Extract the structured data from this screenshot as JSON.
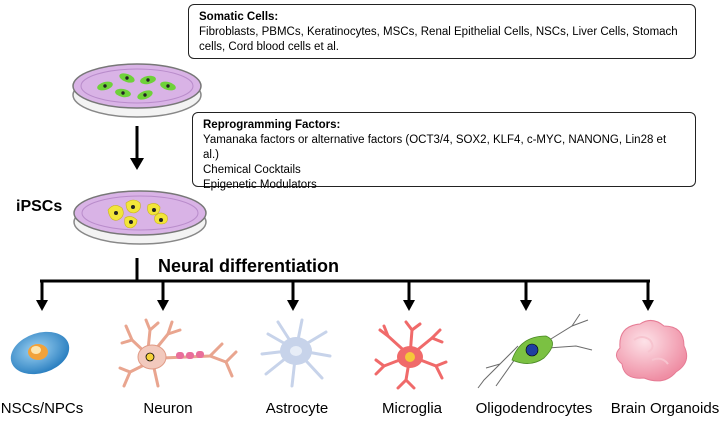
{
  "somatic": {
    "title": "Somatic Cells:",
    "line1": "Fibroblasts, PBMCs, Keratinocytes, MSCs, Renal Epithelial Cells, NSCs, Liver Cells, Stomach",
    "line2": "cells, Cord blood cells et al."
  },
  "factors": {
    "title": "Reprogramming Factors:",
    "line1": "Yamanaka factors or alternative factors (OCT3/4, SOX2, KLF4, c-MYC, NANONG, Lin28 et al.)",
    "line2": "Chemical Cocktails",
    "line3": "Epigenetic Modulators"
  },
  "ipsc_label": "iPSCs",
  "neural_title": "Neural differentiation",
  "cell_types": [
    {
      "label": "NSCs/NPCs"
    },
    {
      "label": "Neuron"
    },
    {
      "label": "Astrocyte"
    },
    {
      "label": "Microglia"
    },
    {
      "label": "Oligodendrocytes"
    },
    {
      "label": "Brain Organoids"
    }
  ],
  "colors": {
    "dish_medium": "#d9b3e6",
    "somatic_cell": "#6fd13a",
    "ipsc_cell": "#f2e53a",
    "nsc": "#3f9ad6",
    "neuron": "#f2c9bd",
    "astrocyte": "#c7d3ea",
    "microglia": "#f06a6a",
    "oligodendrocyte": "#7bc142",
    "organoid": "#f4a8b8"
  }
}
